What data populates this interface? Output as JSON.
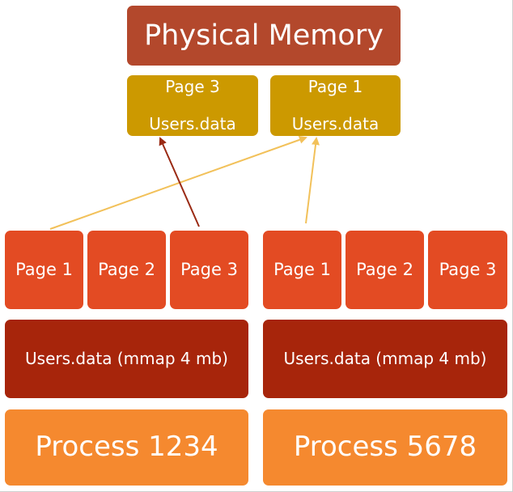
{
  "physical_memory": {
    "title": "Physical Memory",
    "frames": [
      {
        "line1": "Page 3",
        "line2": "Users.data"
      },
      {
        "line1": "Page 1",
        "line2": "Users.data"
      }
    ]
  },
  "processes": [
    {
      "pages": [
        "Page 1",
        "Page 2",
        "Page 3"
      ],
      "mapping": "Users.data (mmap 4  mb)",
      "name": "Process 1234"
    },
    {
      "pages": [
        "Page 1",
        "Page 2",
        "Page 3"
      ],
      "mapping": "Users.data (mmap 4 mb)",
      "name": "Process 5678"
    }
  ],
  "colors": {
    "physical_memory": "#b3482c",
    "frame": "#cc9900",
    "virtual_page": "#e34b23",
    "mapping": "#a7250b",
    "process": "#f5892f",
    "arrow_dark": "#9a2a14",
    "arrow_light": "#f2c15a"
  }
}
